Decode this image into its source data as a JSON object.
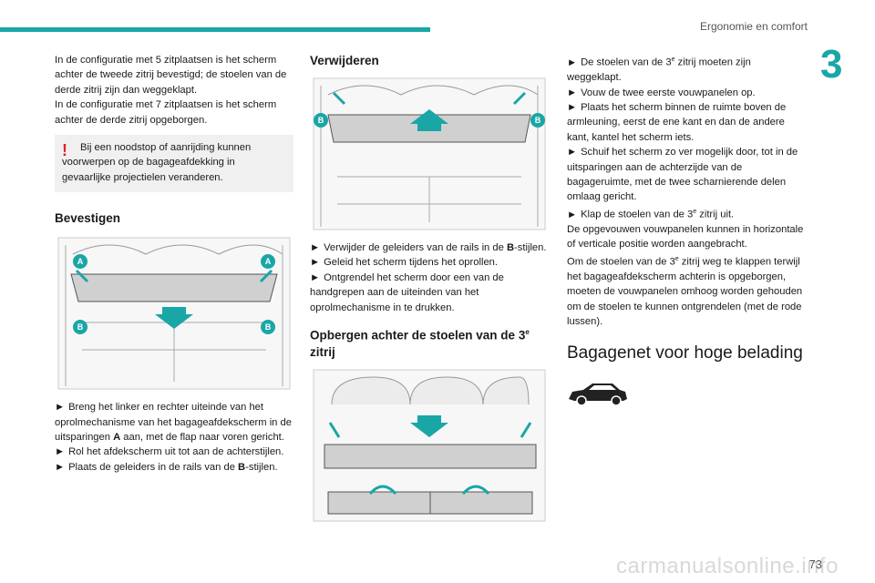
{
  "header": {
    "section_title": "Ergonomie en comfort",
    "chapter_number": "3",
    "accent_color": "#1aa6a6"
  },
  "col1": {
    "intro": [
      "In de configuratie met 5 zitplaatsen is het scherm achter de tweede zitrij bevestigd; de stoelen van de derde zitrij zijn dan weggeklapt.",
      "In de configuratie met 7 zitplaatsen is het scherm achter de derde zitrij opgeborgen."
    ],
    "warning_icon": "!",
    "warning": "Bij een noodstop of aanrijding kunnen voorwerpen op de bagageafdekking in gevaarlijke projectielen veranderen.",
    "heading": "Bevestigen",
    "fig_labels": [
      "A",
      "A",
      "B",
      "B"
    ],
    "steps": [
      {
        "a": "Breng het linker en rechter uiteinde van het oprolmechanisme van het bagageafdekscherm in de uitsparingen ",
        "b": "A",
        "c": " aan, met de flap naar voren gericht."
      },
      {
        "a": "Rol het afdekscherm uit tot aan de achterstijlen.",
        "b": "",
        "c": ""
      },
      {
        "a": "Plaats de geleiders in de rails van de ",
        "b": "B",
        "c": "-stijlen."
      }
    ]
  },
  "col2": {
    "heading": "Verwijderen",
    "fig_labels": [
      "B",
      "B"
    ],
    "steps": [
      {
        "a": "Verwijder de geleiders van de rails in de ",
        "b": "B",
        "c": "-stijlen."
      },
      {
        "a": "Geleid het scherm tijdens het oprollen.",
        "b": "",
        "c": ""
      },
      {
        "a": "Ontgrendel het scherm door een van de handgrepen aan de uiteinden van het oprolmechanisme in te drukken.",
        "b": "",
        "c": ""
      }
    ],
    "heading2_a": "Opbergen achter de stoelen van de 3",
    "heading2_sup": "e",
    "heading2_b": "zitrij"
  },
  "col3": {
    "items": [
      {
        "a": "De stoelen van de 3",
        "sup": "e",
        "b": " zitrij moeten zijn weggeklapt.",
        "bullet": true
      },
      {
        "a": "Vouw de twee eerste vouwpanelen op.",
        "sup": "",
        "b": "",
        "bullet": true
      },
      {
        "a": "Plaats het scherm binnen de ruimte boven de armleuning, eerst de ene kant en dan de andere kant, kantel het scherm iets.",
        "sup": "",
        "b": "",
        "bullet": true
      },
      {
        "a": "Schuif het scherm zo ver mogelijk door, tot in de uitsparingen aan de achterzijde van de bagageruimte, met de twee scharnierende delen omlaag gericht.",
        "sup": "",
        "b": "",
        "bullet": true
      },
      {
        "a": "Klap de stoelen van de 3",
        "sup": "e",
        "b": " zitrij uit.",
        "bullet": true
      },
      {
        "a": "De opgevouwen vouwpanelen kunnen in horizontale of verticale positie worden aangebracht.",
        "sup": "",
        "b": "",
        "bullet": false
      },
      {
        "a": "Om de stoelen van de 3",
        "sup": "e",
        "b": " zitrij weg te klappen terwijl het bagageafdekscherm achterin is opgeborgen, moeten de vouwpanelen omhoog worden gehouden om de stoelen te kunnen ontgrendelen (met de rode lussen).",
        "bullet": false
      }
    ],
    "heading": "Bagagenet voor hoge belading",
    "car_icon": "suv-car-icon"
  },
  "bullet_symbol": "►",
  "page_number": "73",
  "watermark": "carmanualsonline.info"
}
